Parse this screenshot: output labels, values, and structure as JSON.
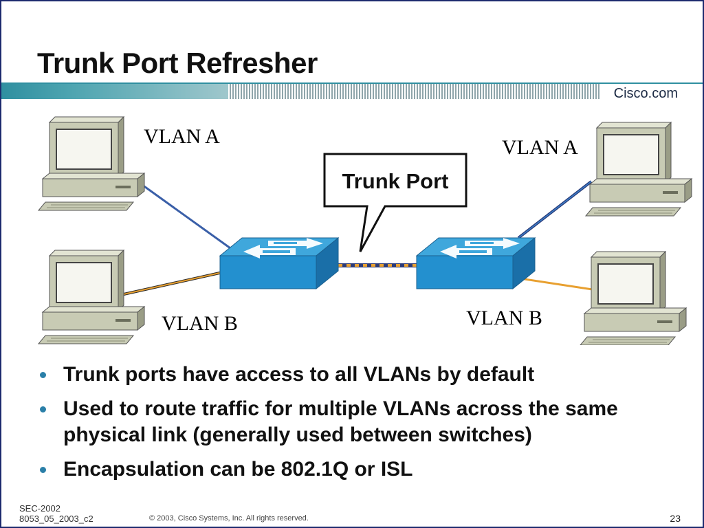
{
  "slide": {
    "title": "Trunk Port Refresher",
    "brand": "Cisco.com"
  },
  "diagram": {
    "callout": "Trunk Port",
    "labels": {
      "left_top": "VLAN A",
      "left_bottom": "VLAN B",
      "right_top": "VLAN A",
      "right_bottom": "VLAN B"
    },
    "colors": {
      "vlan_a": "#3a5fa8",
      "vlan_b": "#e8a030",
      "trunk": "#2a3a78",
      "switch_top": "#3fa7dc",
      "switch_front": "#2390cf",
      "switch_side": "#1a6fa8",
      "computer_body": "#c8cbb4"
    }
  },
  "bullets": [
    "Trunk ports have access to all VLANs by default",
    "Used to route traffic for multiple VLANs across the same physical link (generally used between switches)",
    "Encapsulation can be 802.1Q or ISL"
  ],
  "footer": {
    "code_line1": "SEC-2002",
    "code_line2": "8053_05_2003_c2",
    "copyright": "© 2003, Cisco Systems, Inc. All rights reserved.",
    "page": "23"
  }
}
